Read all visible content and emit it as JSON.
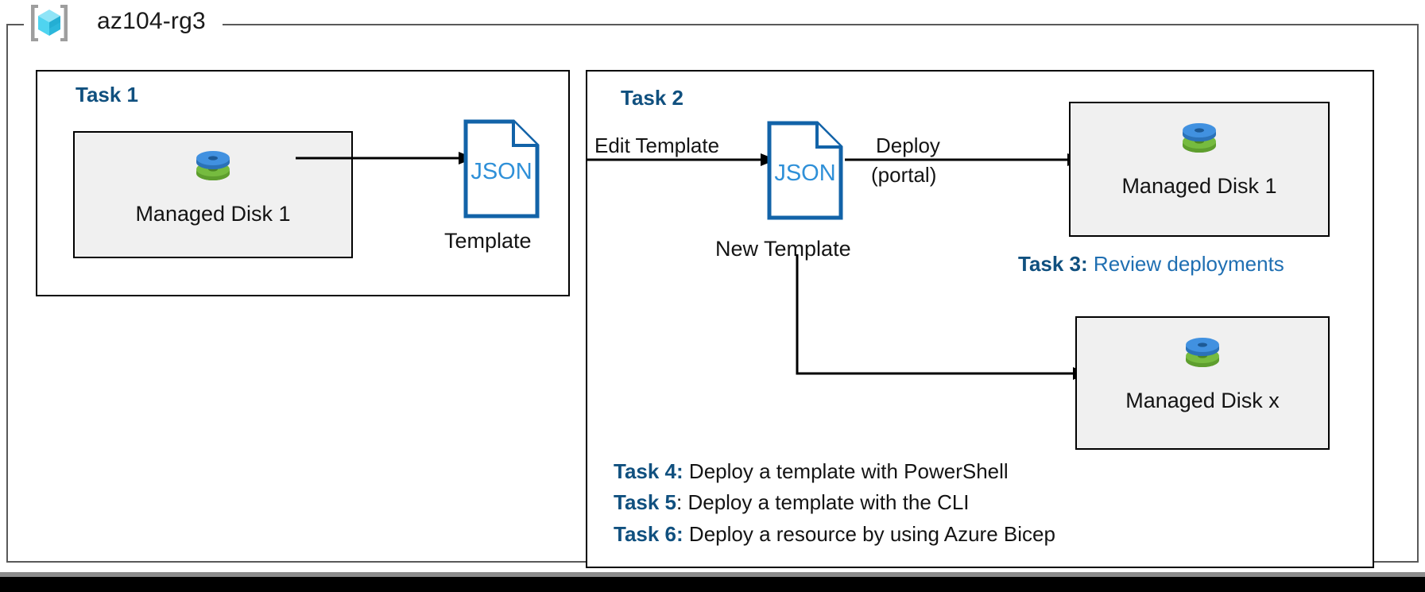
{
  "resource_group": {
    "name": "az104-rg3",
    "icon": "azure-resource-group-icon"
  },
  "colors": {
    "task_heading": "#10507F",
    "task3_body": "#1F6FB2",
    "json_outline": "#1263A8",
    "json_text": "#2F90D8",
    "resource_box_fill": "#f0f0f0",
    "disk_top": "#3C8FDC",
    "disk_bottom": "#6EB53F",
    "rg_border": "#595959"
  },
  "task1": {
    "heading": "Task 1",
    "resource": {
      "label": "Managed Disk 1",
      "icon": "managed-disk-icon"
    },
    "template": {
      "icon": "json-document-icon",
      "doc_text": "JSON",
      "caption": "Template"
    }
  },
  "task2": {
    "heading": "Task 2",
    "edit_label": "Edit Template",
    "template": {
      "icon": "json-document-icon",
      "doc_text": "JSON",
      "caption": "New Template"
    },
    "deploy_label_line1": "Deploy",
    "deploy_label_line2": "(portal)",
    "resource_top": {
      "label": "Managed Disk 1",
      "icon": "managed-disk-icon"
    },
    "resource_bottom": {
      "label": "Managed Disk x",
      "icon": "managed-disk-icon"
    }
  },
  "notes": {
    "task3": {
      "key": "Task 3:",
      "text": " Review deployments"
    },
    "task4": {
      "key": "Task 4:",
      "text": " Deploy a template with PowerShell"
    },
    "task5": {
      "key": "Task 5",
      "text": ": Deploy a template with the CLI"
    },
    "task6": {
      "key": "Task 6:",
      "text": " Deploy a resource by using Azure Bicep"
    }
  }
}
